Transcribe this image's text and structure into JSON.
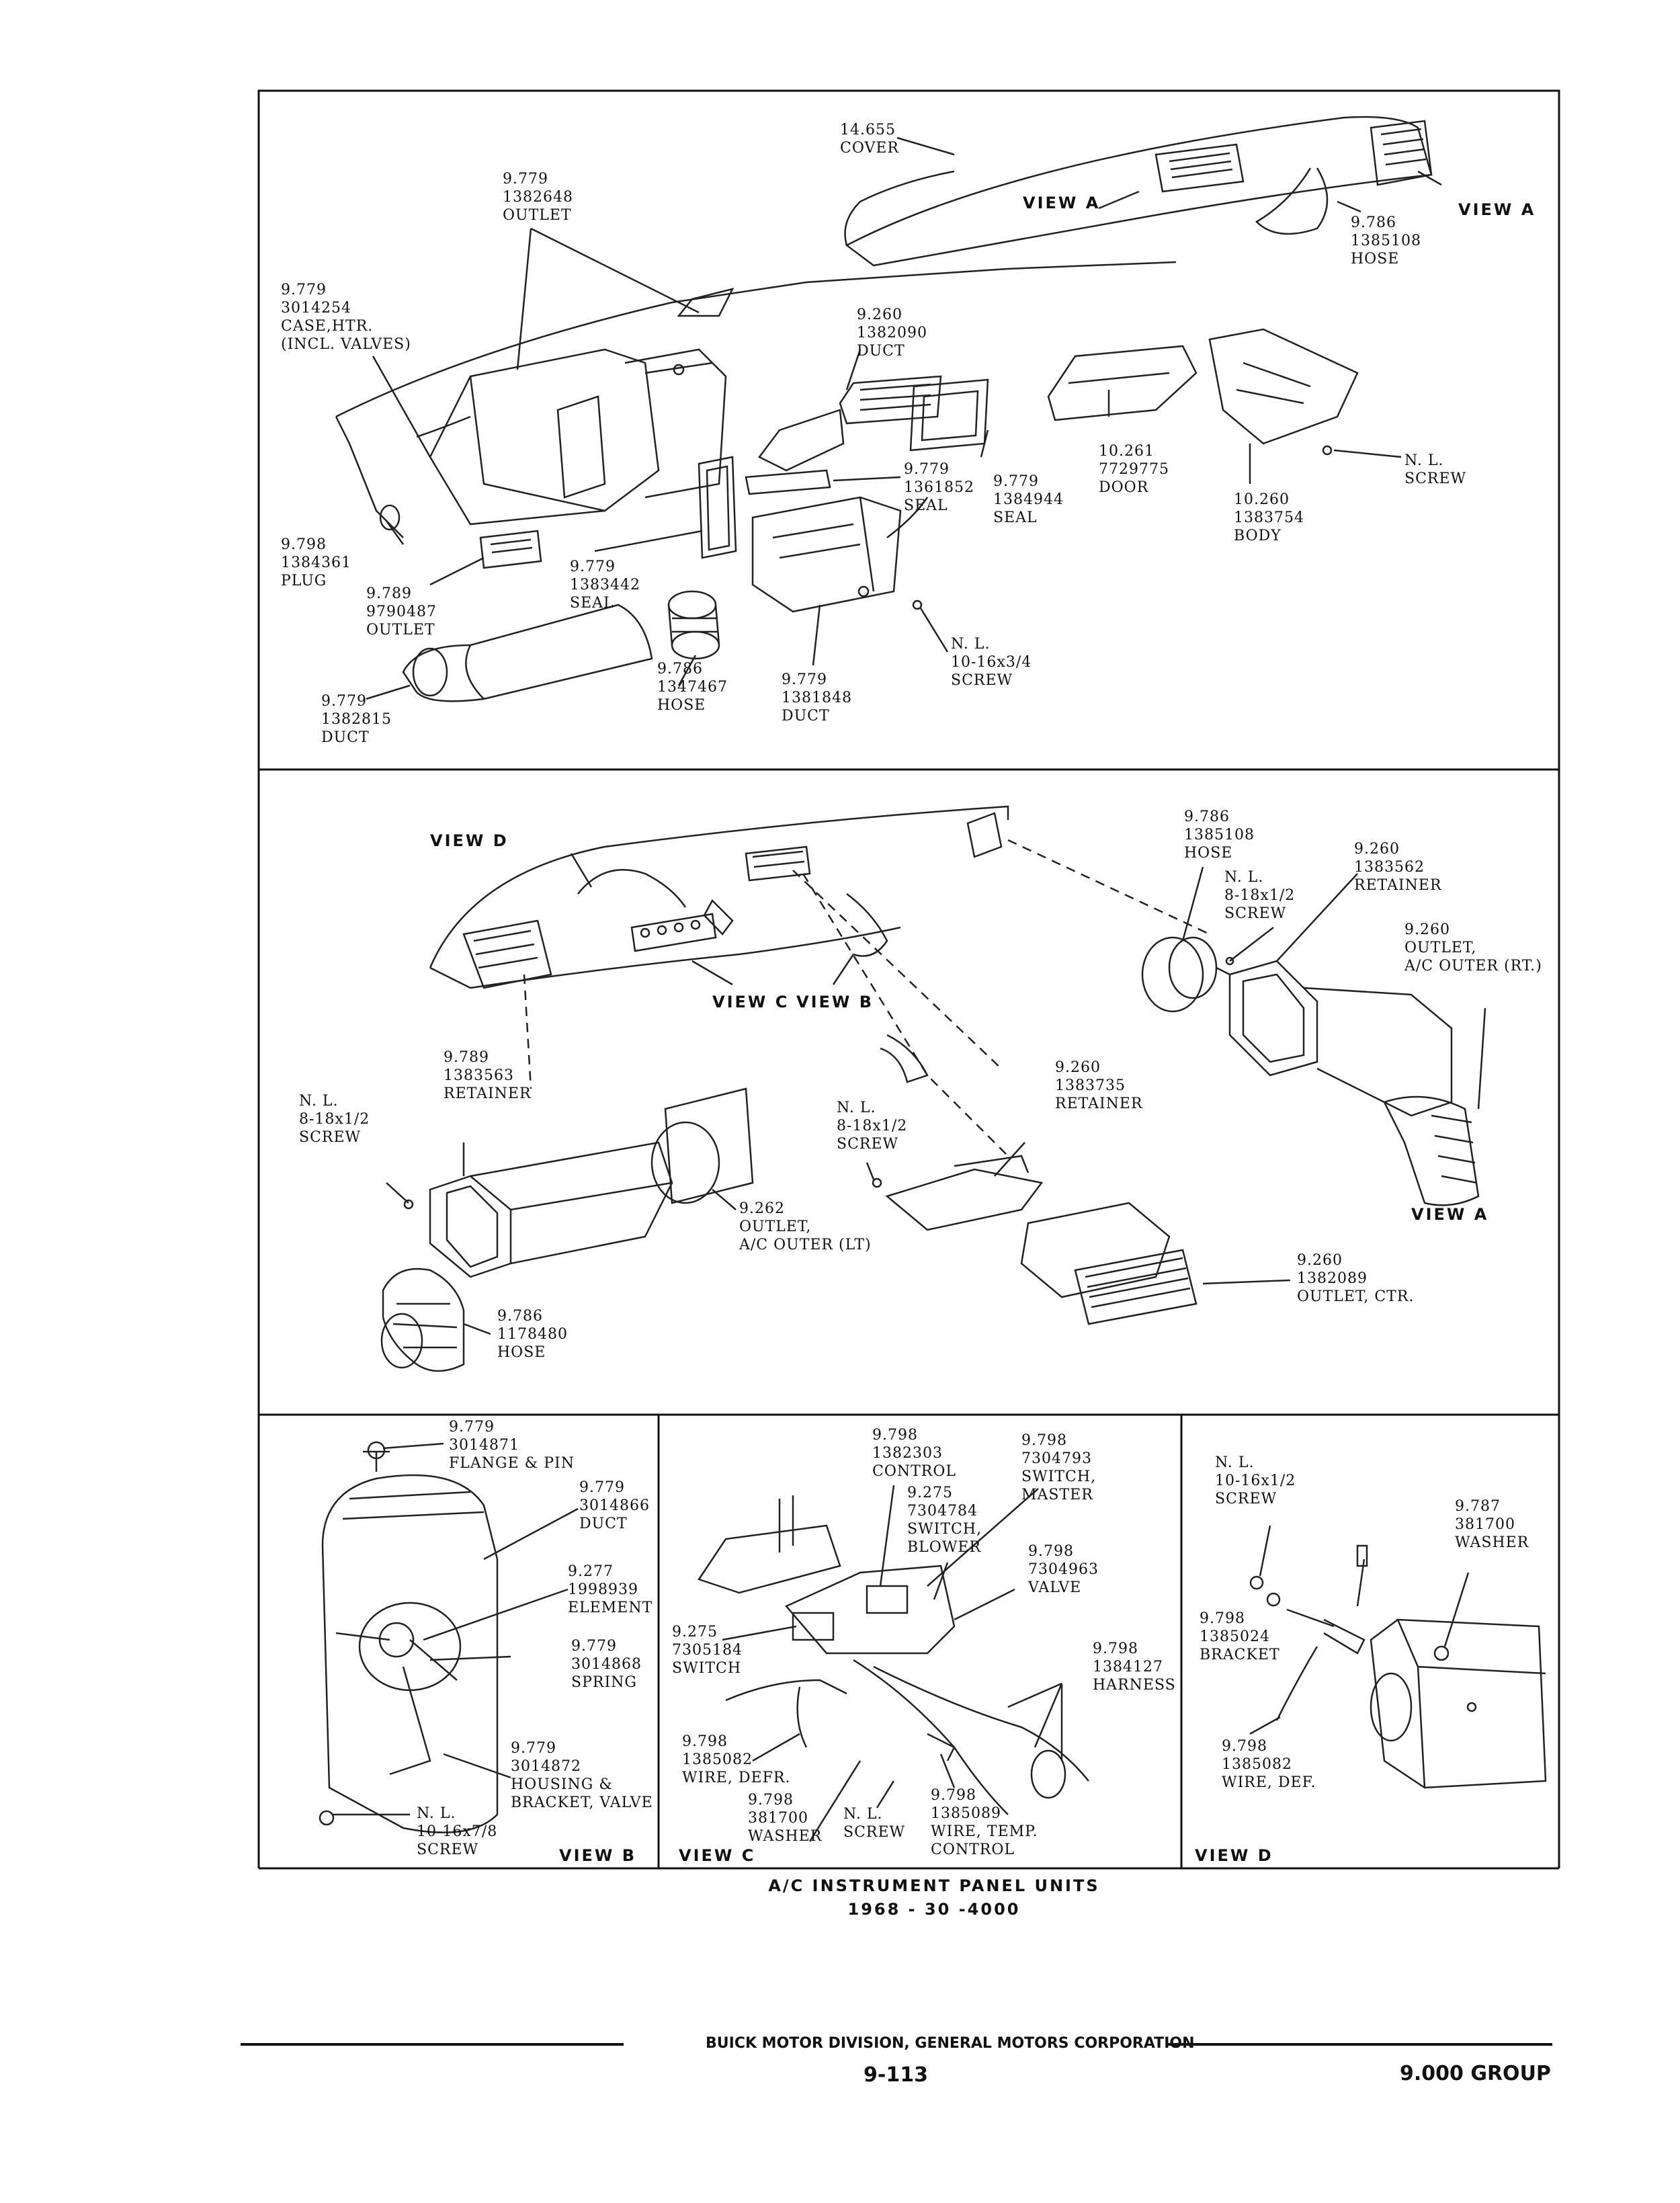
{
  "top": {
    "cover": "14.655\nCOVER",
    "outlet_top": "9.779\n1382648\nOUTLET",
    "case_htr": "9.779\n3014254\nCASE,HTR.\n(INCL. VALVES)",
    "duct_9260": "9.260\n1382090\nDUCT",
    "hose_1385108": "9.786\n1385108\nHOSE",
    "view_a_inner": "VIEW A",
    "view_a_outer": "VIEW A",
    "door": "10.261\n7729775\nDOOR",
    "body": "10.260\n1383754\nBODY",
    "nl_screw": "N. L.\nSCREW",
    "seal_1361852": "9.779\n1361852\nSEAL",
    "seal_1384944": "9.779\n1384944\nSEAL",
    "plug": "9.798\n1384361\nPLUG",
    "outlet_9790487": "9.789\n9790487\nOUTLET",
    "seal_1383442": "9.779\n1383442\nSEAL",
    "hose_1347467": "9.786\n1347467\nHOSE",
    "duct_1381848": "9.779\n1381848\nDUCT",
    "nl_10_16_screw": "N. L.\n10-16x3/4\nSCREW",
    "duct_1382815": "9.779\n1382815\nDUCT"
  },
  "middle": {
    "view_d": "VIEW D",
    "view_c": "VIEW C",
    "view_b": "VIEW B",
    "hose_1385108": "9.786\n1385108\nHOSE",
    "nl_8_18_screw_r": "N. L.\n8-18x1/2\nSCREW",
    "retainer_1383562": "9.260\n1383562\nRETAINER",
    "outlet_rt": "9.260\nOUTLET,\nA/C OUTER (RT.)",
    "retainer_1383563": "9.789\n1383563\nRETAINER",
    "nl_8_18_screw_l": "N. L.\n8-18x1/2\nSCREW",
    "retainer_1383735": "9.260\n1383735\nRETAINER",
    "nl_8_18_screw_c": "N. L.\n8-18x1/2\nSCREW",
    "outlet_lt": "9.262\nOUTLET,\nA/C OUTER (LT)",
    "view_a": "VIEW A",
    "outlet_ctr": "9.260\n1382089\nOUTLET, CTR.",
    "hose_1178480": "9.786\n1178480\nHOSE"
  },
  "view_b": {
    "flange": "9.779\n3014871\nFLANGE & PIN",
    "duct": "9.779\n3014866\nDUCT",
    "element": "9.277\n1998939\nELEMENT",
    "spring": "9.779\n3014868\nSPRING",
    "housing": "9.779\n3014872\nHOUSING &\nBRACKET, VALVE",
    "screw": "N. L.\n10-16x7/8\nSCREW",
    "title": "VIEW B"
  },
  "view_c": {
    "control": "9.798\n1382303\nCONTROL",
    "switch_master": "9.798\n7304793\nSWITCH,\nMASTER",
    "switch_blower": "9.275\n7304784\nSWITCH,\nBLOWER",
    "valve": "9.798\n7304963\nVALVE",
    "switch": "9.275\n7305184\nSWITCH",
    "harness": "9.798\n1384127\nHARNESS",
    "wire_defr": "9.798\n1385082\nWIRE, DEFR.",
    "washer": "9.798\n381700\nWASHER",
    "nl_screw": "N. L.\nSCREW",
    "wire_temp": "9.798\n1385089\nWIRE, TEMP.\nCONTROL",
    "title": "VIEW C"
  },
  "view_d": {
    "nl_screw": "N. L.\n10-16x1/2\nSCREW",
    "washer": "9.787\n381700\nWASHER",
    "bracket": "9.798\n1385024\nBRACKET",
    "wire_def": "9.798\n1385082\nWIRE, DEF.",
    "title": "VIEW D"
  },
  "caption": {
    "line1": "A/C INSTRUMENT PANEL UNITS",
    "line2": "1968 - 30 -4000"
  },
  "footer": {
    "division": "BUICK MOTOR DIVISION, GENERAL MOTORS CORPORATION",
    "page": "9-113",
    "group": "9.000 GROUP"
  }
}
